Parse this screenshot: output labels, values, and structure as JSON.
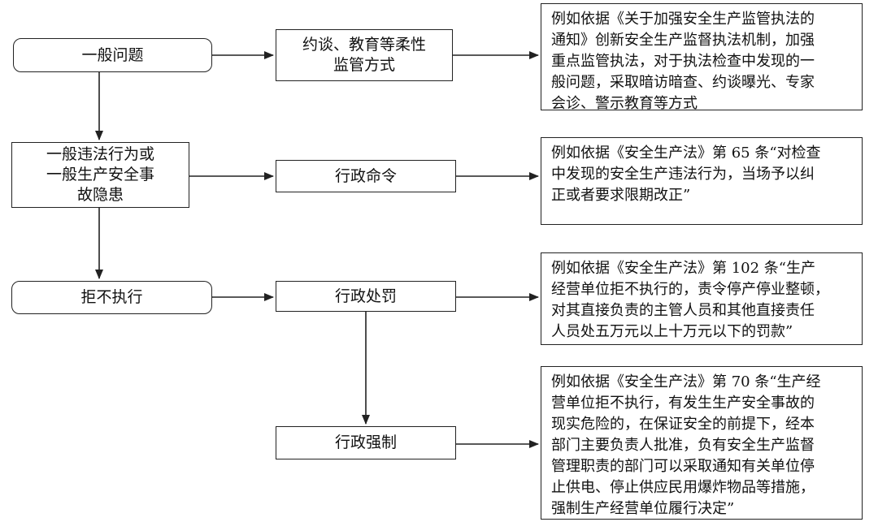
{
  "left": {
    "general_issue": "一般问题",
    "general_violation_lines": [
      "一般违法行为或",
      "一般生产安全事",
      "故隐患"
    ],
    "refuse": "拒不执行"
  },
  "middle": {
    "soft_lines": [
      "约谈、教育等柔性",
      "监管方式"
    ],
    "order": "行政命令",
    "penalty": "行政处罚",
    "enforcement": "行政强制"
  },
  "notes": {
    "note1": [
      "例如依据《关于加强安全生产监管执法的",
      "通知》创新安全生产监督执法机制，加强",
      "重点监管执法，对于执法检查中发现的一",
      "般问题，采取暗访暗查、约谈曝光、专家",
      "会诊、警示教育等方式"
    ],
    "note2": [
      "例如依据《安全生产法》第 65 条“对检查",
      "中发现的安全生产违法行为，当场予以纠",
      "正或者要求限期改正”"
    ],
    "note3": [
      "例如依据《安全生产法》第 102 条“生产",
      "经营单位拒不执行的，责令停产停业整顿，",
      "对其直接负责的主管人员和其他直接责任",
      "人员处五万元以上十万元以下的罚款”"
    ],
    "note4": [
      "例如依据《安全生产法》第 70 条“生产经",
      "营单位拒不执行，有发生生产安全事故的",
      "现实危险的，在保证安全的前提下，经本",
      "部门主要负责人批准，负有安全生产监督",
      "管理职责的部门可以采取通知有关单位停",
      "止供电、停止供应民用爆炸物品等措施，",
      "强制生产经营单位履行决定”"
    ]
  }
}
